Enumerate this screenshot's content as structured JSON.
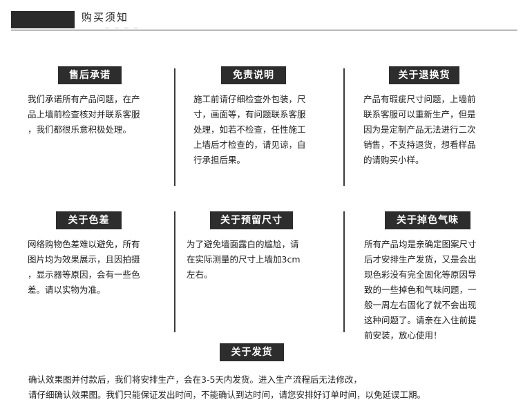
{
  "header": {
    "title": "购买须知",
    "subtitle": "— — — —"
  },
  "sections": [
    {
      "title": "售后承诺",
      "lines": [
        "我们承诺所有产品问题，在产",
        "品上墙前检查核对并联系客服",
        "，我们都很乐意积极处理。"
      ]
    },
    {
      "title": "免责说明",
      "lines": [
        "施工前请仔细检查外包装，尺",
        "寸，画面等，有问题联系客服",
        "处理，如若不检查，任性施工",
        "上墙后才检查的，请见谅，自",
        "行承担后果。"
      ]
    },
    {
      "title": "关于退换货",
      "lines": [
        "产品有瑕疵尺寸问题，上墙前",
        "联系客服可以重新生产，但是",
        "因为是定制产品无法进行二次",
        "销售，不支持退货，想看样品",
        "的请购买小样。"
      ]
    },
    {
      "title": "关于色差",
      "lines": [
        "网络购物色差难以避免，所有",
        "图片均为效果展示，且因拍摄",
        "，显示器等原因，会有一些色",
        "差。请以实物为准。"
      ]
    },
    {
      "title": "关于预留尺寸",
      "lines": [
        "为了避免墙面露白的尴尬，请",
        "在实际测量的尺寸上墙加3cm",
        "左右。"
      ]
    },
    {
      "title": "关于掉色气味",
      "lines": [
        "所有产品均是亲确定图案尺寸",
        "后才安排生产发货，又是会出",
        "现色彩没有完全固化等原因导",
        "致的一些掉色和气味问题，一",
        "般一周左右固化了就不会出现",
        "这种问题了。请亲在入住前提",
        "前安装，放心使用！"
      ]
    },
    {
      "title": "关于发货",
      "lines": [
        "确认效果图并付款后，我们将安排生产，会在3-5天内发货。进入生产流程后无法修改，",
        "请仔细确认效果图。我们只能保证发出时间，不能确认到达时间，请您安排好订单时间，以免延误工期。"
      ]
    }
  ]
}
